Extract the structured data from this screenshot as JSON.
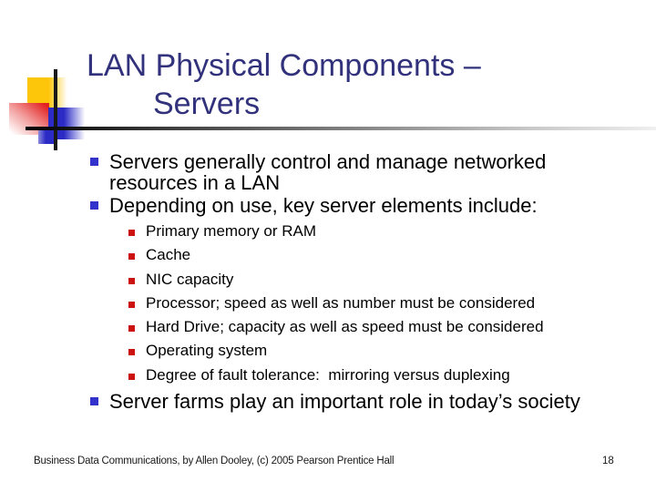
{
  "slide": {
    "title": {
      "line1": "LAN Physical Components –",
      "line2": "Servers"
    },
    "bullets": [
      {
        "level": 1,
        "text": "Servers generally control and manage networked resources in a LAN"
      },
      {
        "level": 1,
        "text": "Depending on use, key server elements include:"
      },
      {
        "level": 2,
        "text": "Primary memory or RAM"
      },
      {
        "level": 2,
        "text": "Cache"
      },
      {
        "level": 2,
        "text": "NIC capacity"
      },
      {
        "level": 2,
        "text": "Processor; speed as well as number must be considered"
      },
      {
        "level": 2,
        "text": "Hard Drive; capacity as well as speed must be considered"
      },
      {
        "level": 2,
        "text": "Operating system"
      },
      {
        "level": 2,
        "text": "Degree of fault tolerance:  mirroring versus duplexing"
      },
      {
        "level": 1,
        "text": "Server farms play an important role in today’s society"
      }
    ],
    "footer": {
      "citation": "Business Data Communications, by Allen Dooley, (c) 2005 Pearson Prentice Hall",
      "page_number": "18"
    },
    "colors": {
      "title_navy": "#31317C",
      "body_text": "#000000",
      "level1_bullet_blue": "#3333CC",
      "level2_bullet_red": "#CC1111",
      "accent_yellow": "#FEC60A",
      "accent_red": "#E32222",
      "accent_blue": "#2B2BC6"
    }
  }
}
